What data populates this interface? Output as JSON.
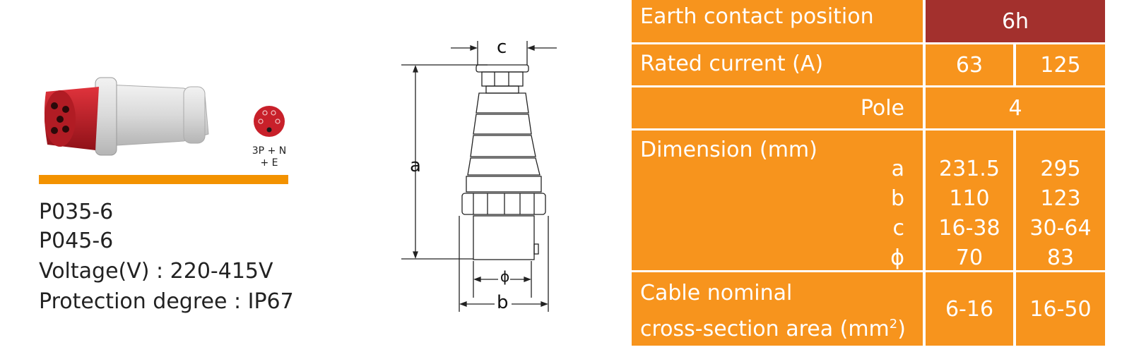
{
  "product": {
    "models": [
      "P035-6",
      "P045-6"
    ],
    "voltage": "Voltage(V) : 220-415V",
    "protection": "Protection degree : IP67",
    "pin_label_1": "3P + N",
    "pin_label_2": "+ E"
  },
  "drawing": {
    "label_a": "a",
    "label_b": "b",
    "label_c": "c",
    "label_phi": "ϕ"
  },
  "table": {
    "earth_label": "Earth contact position",
    "earth_value": "6h",
    "rated_label": "Rated current (A)",
    "rated_values": [
      "63",
      "125"
    ],
    "pole_label": "Pole",
    "pole_value": "4",
    "dimension_label": "Dimension (mm)",
    "dimension_keys": [
      "a",
      "b",
      "c",
      "ϕ"
    ],
    "dimension_col1": [
      "231.5",
      "110",
      "16-38",
      "70"
    ],
    "dimension_col2": [
      "295",
      "123",
      "30-64",
      "83"
    ],
    "cable_label_1": "Cable nominal",
    "cable_label_2": "cross-section area (mm",
    "cable_label_sup": "2",
    "cable_label_end": ")",
    "cable_values": [
      "6-16",
      "16-50"
    ]
  },
  "colors": {
    "orange": "#f7941d",
    "dark_red": "#a3302d",
    "plug_red": "#c8202a"
  }
}
